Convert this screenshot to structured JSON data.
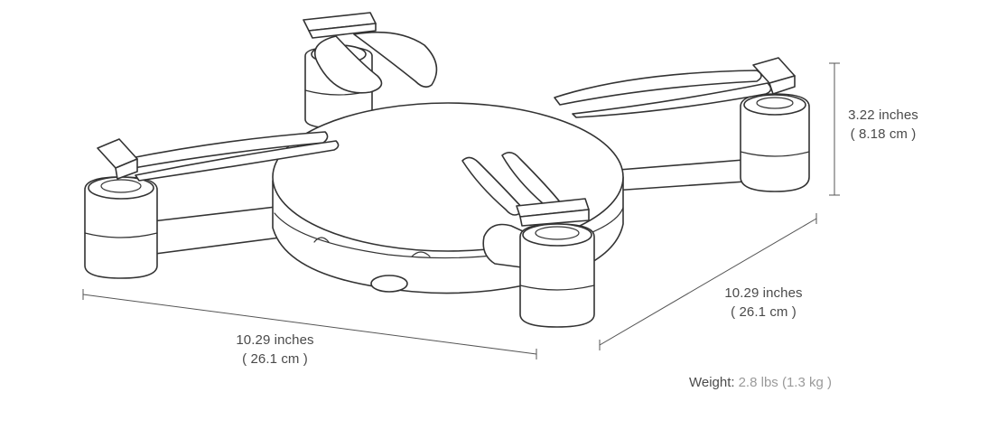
{
  "dimensions": {
    "front_width": {
      "imperial": "10.29 inches",
      "metric": "( 26.1 cm )"
    },
    "side_depth": {
      "imperial": "10.29 inches",
      "metric": "( 26.1 cm )"
    },
    "height": {
      "imperial": "3.22 inches",
      "metric": "( 8.18 cm )"
    }
  },
  "weight": {
    "label": "Weight:",
    "value": "2.8 lbs (1.3 kg )"
  },
  "colors": {
    "line": "#333333",
    "label_text": "#4a4a4a",
    "muted_text": "#9a9a9a"
  }
}
